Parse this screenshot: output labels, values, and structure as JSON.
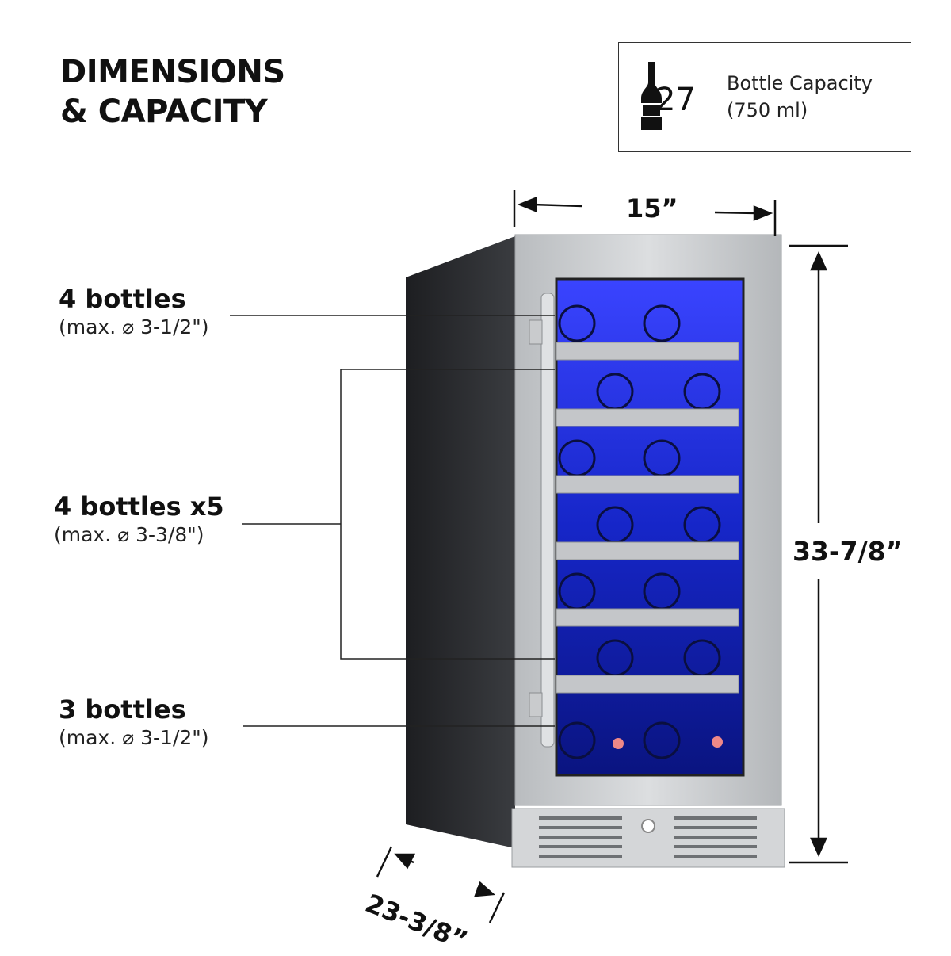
{
  "header": {
    "title_line1": "DIMENSIONS",
    "title_line2": "& CAPACITY"
  },
  "capacity": {
    "icon": "wine-bottle-icon",
    "number": "27",
    "label_line1": "Bottle Capacity",
    "label_line2": "(750 ml)"
  },
  "shelves": [
    {
      "main": "4 bottles",
      "sub": "(max. ⌀ 3-1/2\")"
    },
    {
      "main": "4 bottles x5",
      "sub": "(max. ⌀ 3-3/8\")"
    },
    {
      "main": "3 bottles",
      "sub": "(max. ⌀ 3-1/2\")"
    }
  ],
  "dimensions": {
    "width": "15”",
    "height": "33-7/8”",
    "depth": "23-3/8”"
  },
  "colors": {
    "text": "#111111",
    "interior_light": "#1a2cff",
    "steel": "#c9cbcd",
    "cabinet": "#2a2b2e"
  }
}
